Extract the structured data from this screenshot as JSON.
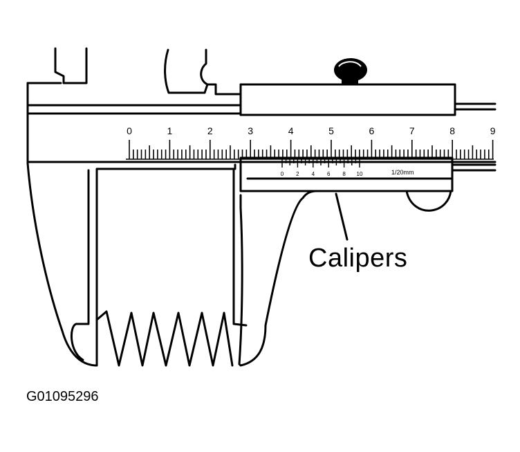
{
  "diagram": {
    "callout_label": "Calipers",
    "figure_id": "G01095296",
    "main_scale_labels": [
      "0",
      "1",
      "2",
      "3",
      "4",
      "5",
      "6",
      "7",
      "8",
      "9"
    ],
    "vernier_scale_labels": [
      "0",
      "2",
      "4",
      "6",
      "8",
      "10"
    ],
    "vernier_unit_label": "1/20mm",
    "colors": {
      "ink": "#000000",
      "paper": "#ffffff"
    }
  }
}
